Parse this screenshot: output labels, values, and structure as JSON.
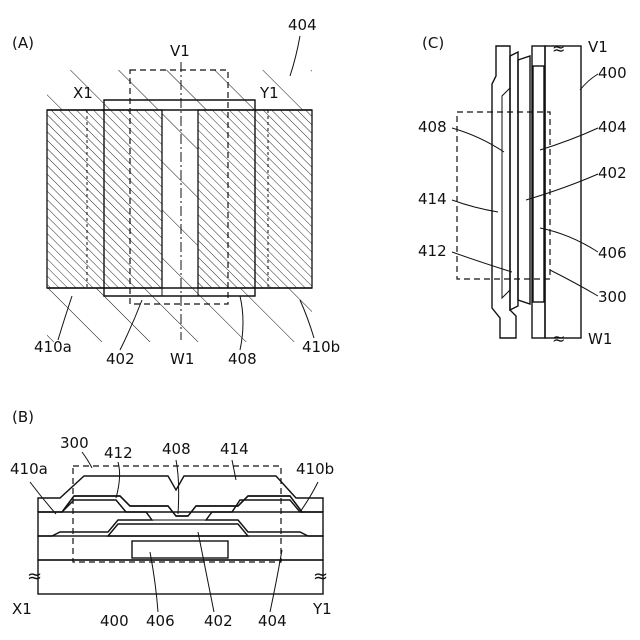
{
  "panels": {
    "a": {
      "label": "(A)",
      "labels": {
        "v1": "V1",
        "w1": "W1",
        "x1": "X1",
        "y1": "Y1",
        "l404": "404",
        "l410a": "410a",
        "l402": "402",
        "l408": "408",
        "l410b": "410b"
      }
    },
    "b": {
      "label": "(B)",
      "labels": {
        "l300": "300",
        "l412": "412",
        "l408": "408",
        "l414": "414",
        "l410a": "410a",
        "l410b": "410b",
        "x1": "X1",
        "l400": "400",
        "l406": "406",
        "l402": "402",
        "l404": "404",
        "y1": "Y1"
      }
    },
    "c": {
      "label": "(C)",
      "labels": {
        "v1": "V1",
        "l400": "400",
        "l408": "408",
        "l404": "404",
        "l402": "402",
        "l414": "414",
        "l406": "406",
        "l412": "412",
        "l300": "300",
        "w1": "W1"
      }
    }
  }
}
